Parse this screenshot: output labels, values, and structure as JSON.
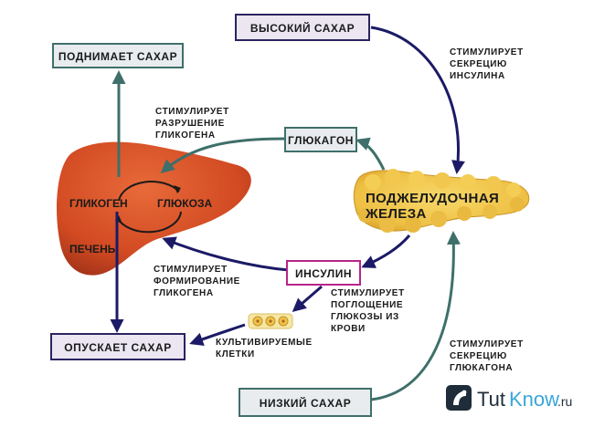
{
  "boxes": {
    "high_sugar": "ВЫСОКИЙ САХАР",
    "raises_sugar": "ПОДНИМАЕТ САХАР",
    "glucagon": "ГЛЮКАГОН",
    "insulin": "ИНСУЛИН",
    "lowers_sugar": "ОПУСКАЕТ САХАР",
    "low_sugar": "НИЗКИЙ САХАР"
  },
  "labels": {
    "stim_insulin": [
      "СТИМУЛИРУЕТ",
      "СЕКРЕЦИЮ",
      "ИНСУЛИНА"
    ],
    "stim_breakdown": [
      "СТИМУЛИРУЕТ",
      "РАЗРУШЕНИЕ",
      "ГЛИКОГЕНА"
    ],
    "stim_formation": [
      "СТИМУЛИРУЕТ",
      "ФОРМИРОВАНИЕ",
      "ГЛИКОГЕНА"
    ],
    "stim_uptake": [
      "СТИМУЛИРУЕТ",
      "ПОГЛОЩЕНИЕ",
      "ГЛЮКОЗЫ ИЗ",
      "КРОВИ"
    ],
    "cultured_cells": [
      "КУЛЬТИВИРУЕМЫЕ",
      "КЛЕТКИ"
    ],
    "stim_glucagon": [
      "СТИМУЛИРУЕТ",
      "СЕКРЕЦИЮ",
      "ГЛЮКАГОНА"
    ]
  },
  "organs": {
    "glycogen": "ГЛИКОГЕН",
    "glucose": "ГЛЮКОЗА",
    "liver": "ПЕЧЕНЬ",
    "pancreas": [
      "ПОДЖЕЛУДОЧНАЯ",
      "ЖЕЛЕЗА"
    ]
  },
  "logo": {
    "part1": "Tut",
    "part2": "Know",
    "suffix": ".ru"
  },
  "colors": {
    "navy_arrow": "#1c1a66",
    "teal_arrow": "#3f6f6a",
    "liver": "#d9502a",
    "pancreas": "#f0c24a",
    "box_gray_fill": "#e8ecef",
    "box_gray_border": "#3f6f6a",
    "box_purple_fill": "#ebe6f1",
    "box_purple_border": "#2b2460",
    "insulin_border": "#b8248a"
  }
}
